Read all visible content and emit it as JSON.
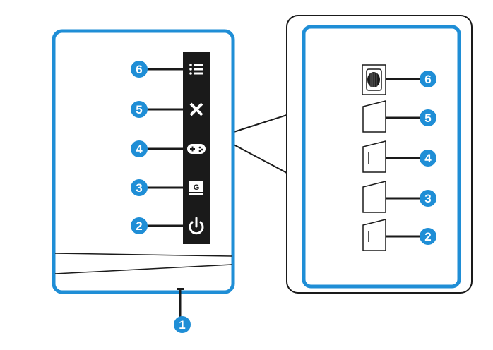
{
  "colors": {
    "accent_blue": "#1f8ed6",
    "button_black": "#1a1a1a",
    "outline": "#1a1a1a",
    "background": "#ffffff"
  },
  "front_panel": {
    "buttons": [
      {
        "number": "6",
        "icon": "menu-icon"
      },
      {
        "number": "5",
        "icon": "close-icon"
      },
      {
        "number": "4",
        "icon": "gamepad-icon"
      },
      {
        "number": "3",
        "icon": "gameplus-icon",
        "glyph": "G"
      },
      {
        "number": "2",
        "icon": "power-icon"
      }
    ],
    "indicator_number": "1"
  },
  "side_panel": {
    "controls": [
      {
        "number": "6",
        "icon": "joystick-icon"
      },
      {
        "number": "5",
        "icon": "button-icon"
      },
      {
        "number": "4",
        "icon": "button-icon"
      },
      {
        "number": "3",
        "icon": "button-icon"
      },
      {
        "number": "2",
        "icon": "button-icon"
      }
    ]
  }
}
